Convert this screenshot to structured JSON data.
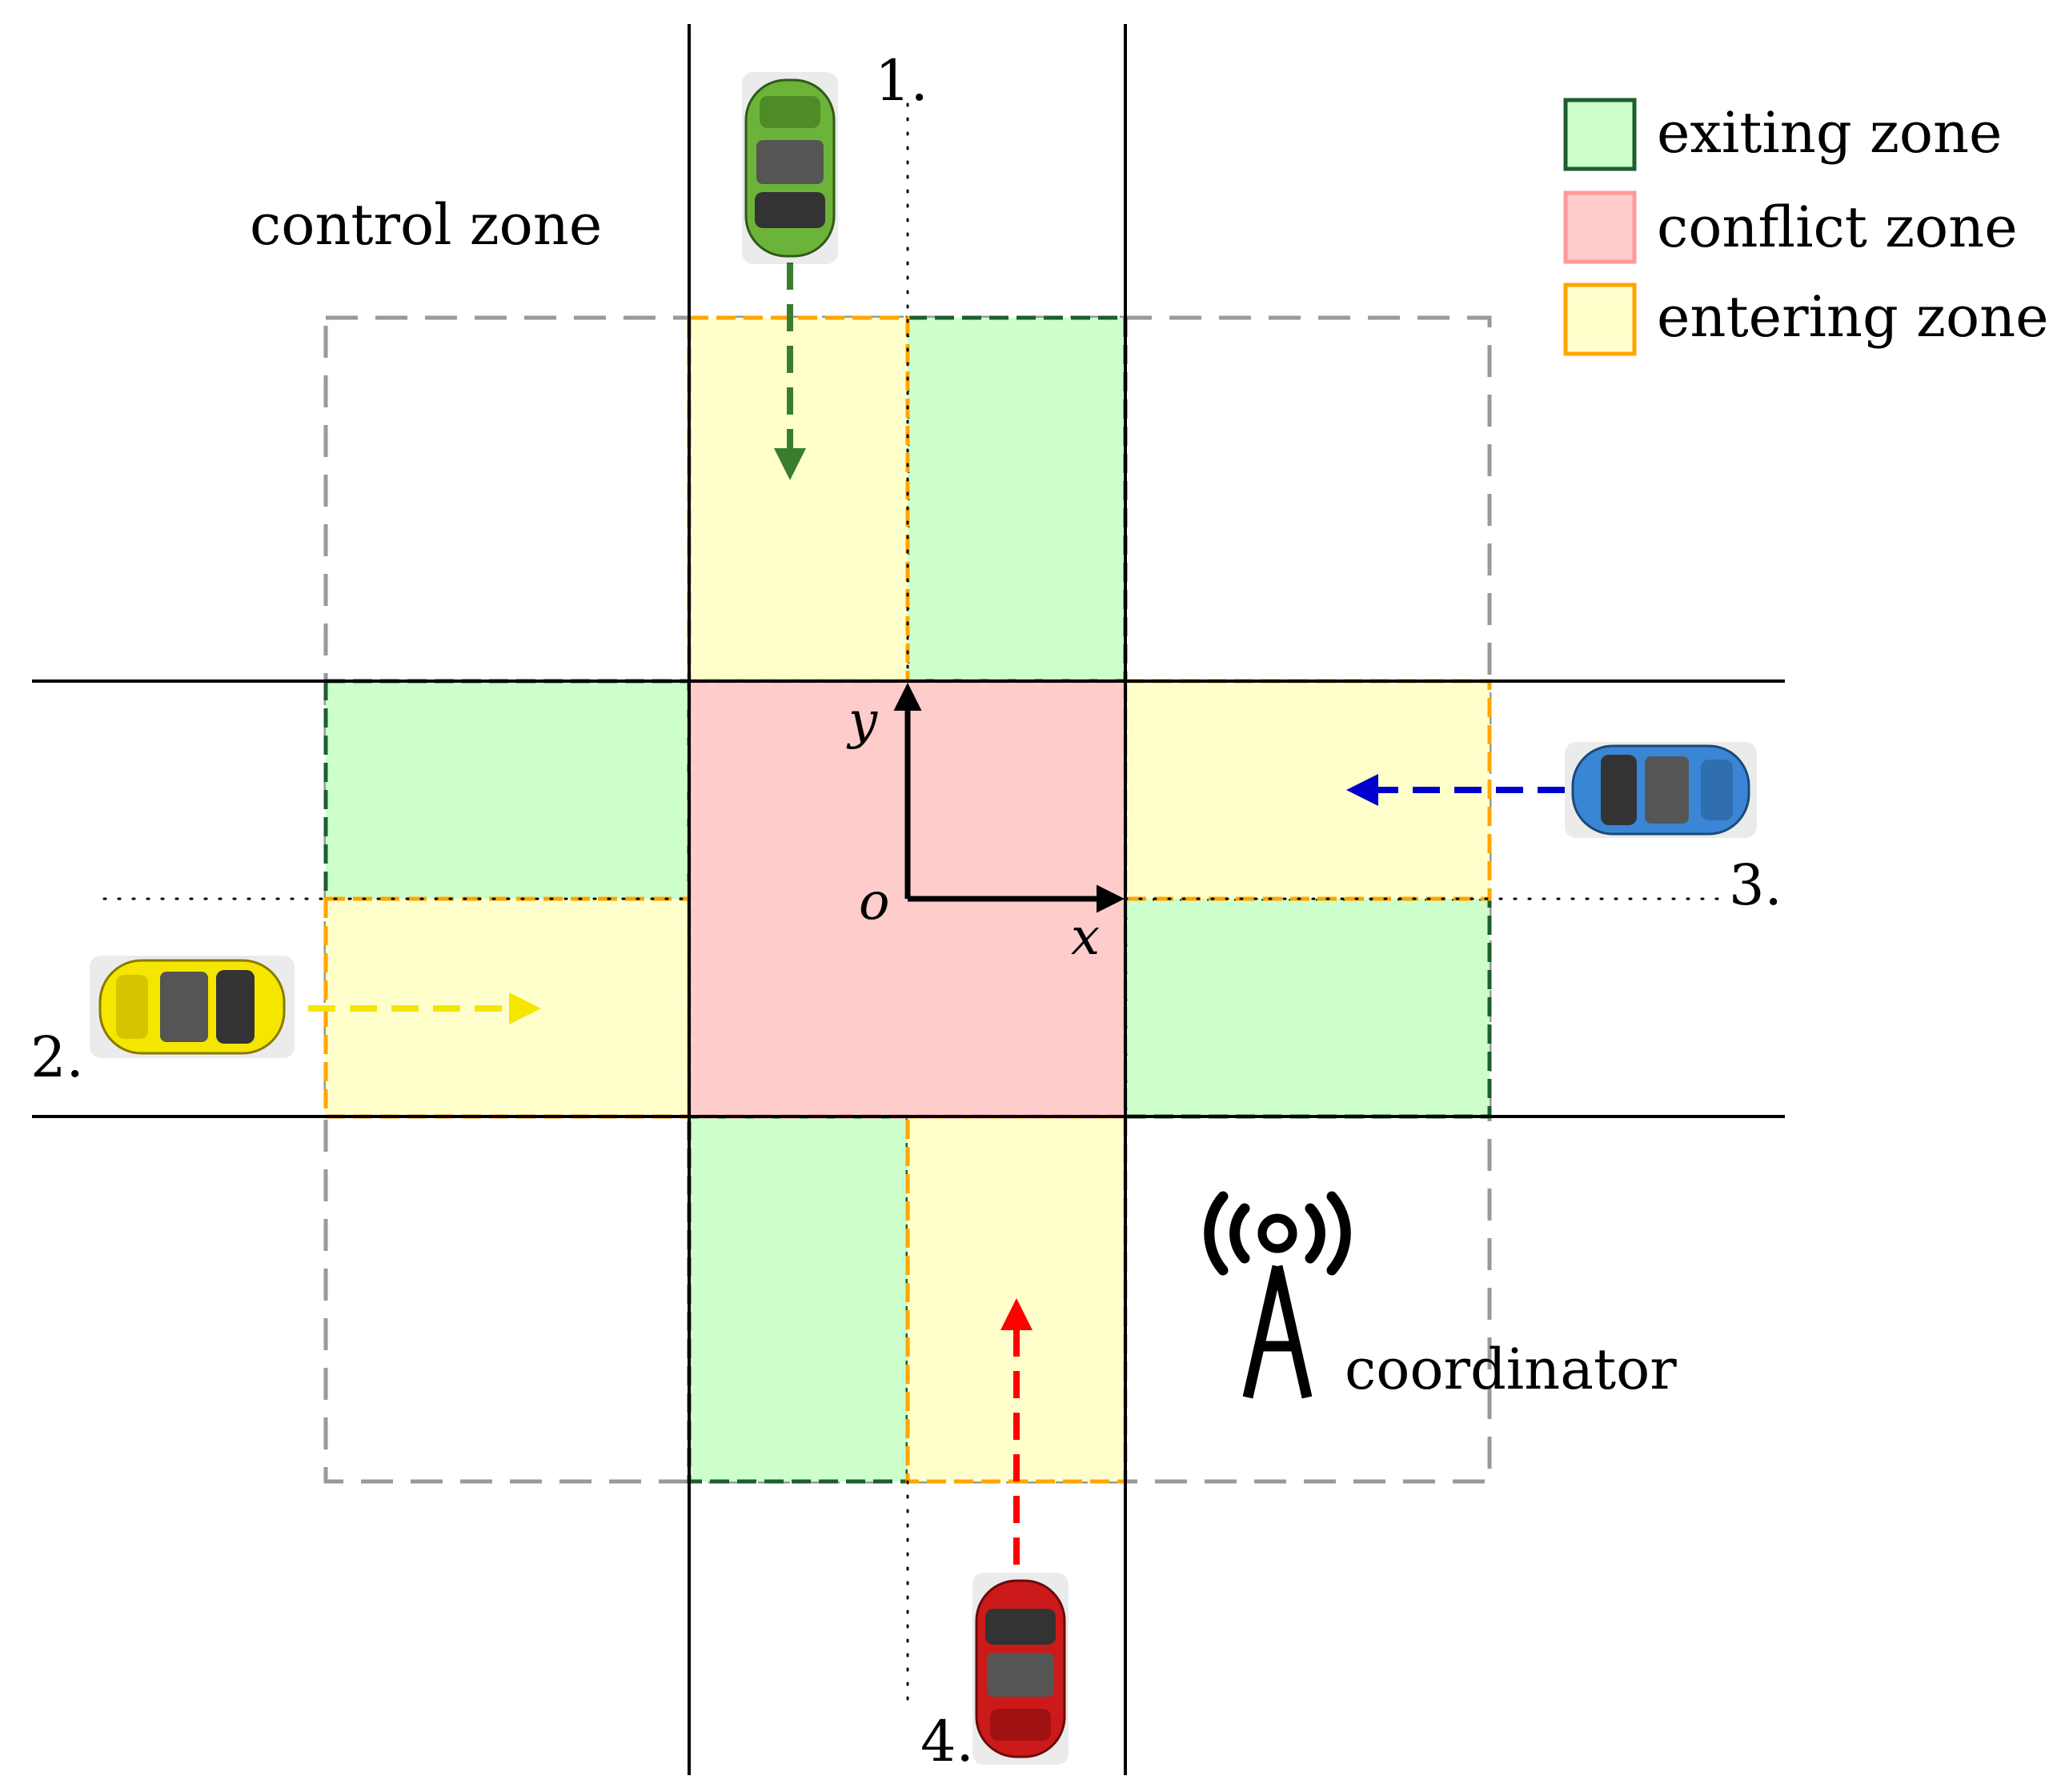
{
  "legend": {
    "exiting": {
      "label": "exiting zone",
      "fill": "#ccffcc",
      "stroke": "#1e5e2e"
    },
    "conflict": {
      "label": "conflict zone",
      "fill": "#ffcccc",
      "stroke": "#ff9999"
    },
    "entering": {
      "label": "entering zone",
      "fill": "#ffffcc",
      "stroke": "#ffa500"
    }
  },
  "labels": {
    "control_zone": "control zone",
    "coordinator": "coordinator"
  },
  "axes": {
    "origin": "o",
    "x": "x",
    "y": "y"
  },
  "cars": [
    {
      "number": "1.",
      "color": "#6cb33a",
      "arrow_color": "#3a7d2c",
      "direction": "south"
    },
    {
      "number": "2.",
      "color": "#f5e600",
      "arrow_color": "#f5e600",
      "direction": "east"
    },
    {
      "number": "3.",
      "color": "#3a86d4",
      "arrow_color": "#0000cc",
      "direction": "west"
    },
    {
      "number": "4.",
      "color": "#cc1a1a",
      "arrow_color": "#ff0000",
      "direction": "north"
    }
  ],
  "colors": {
    "road_line": "#000000",
    "control_zone_border": "#999999",
    "tower": "#000000"
  }
}
